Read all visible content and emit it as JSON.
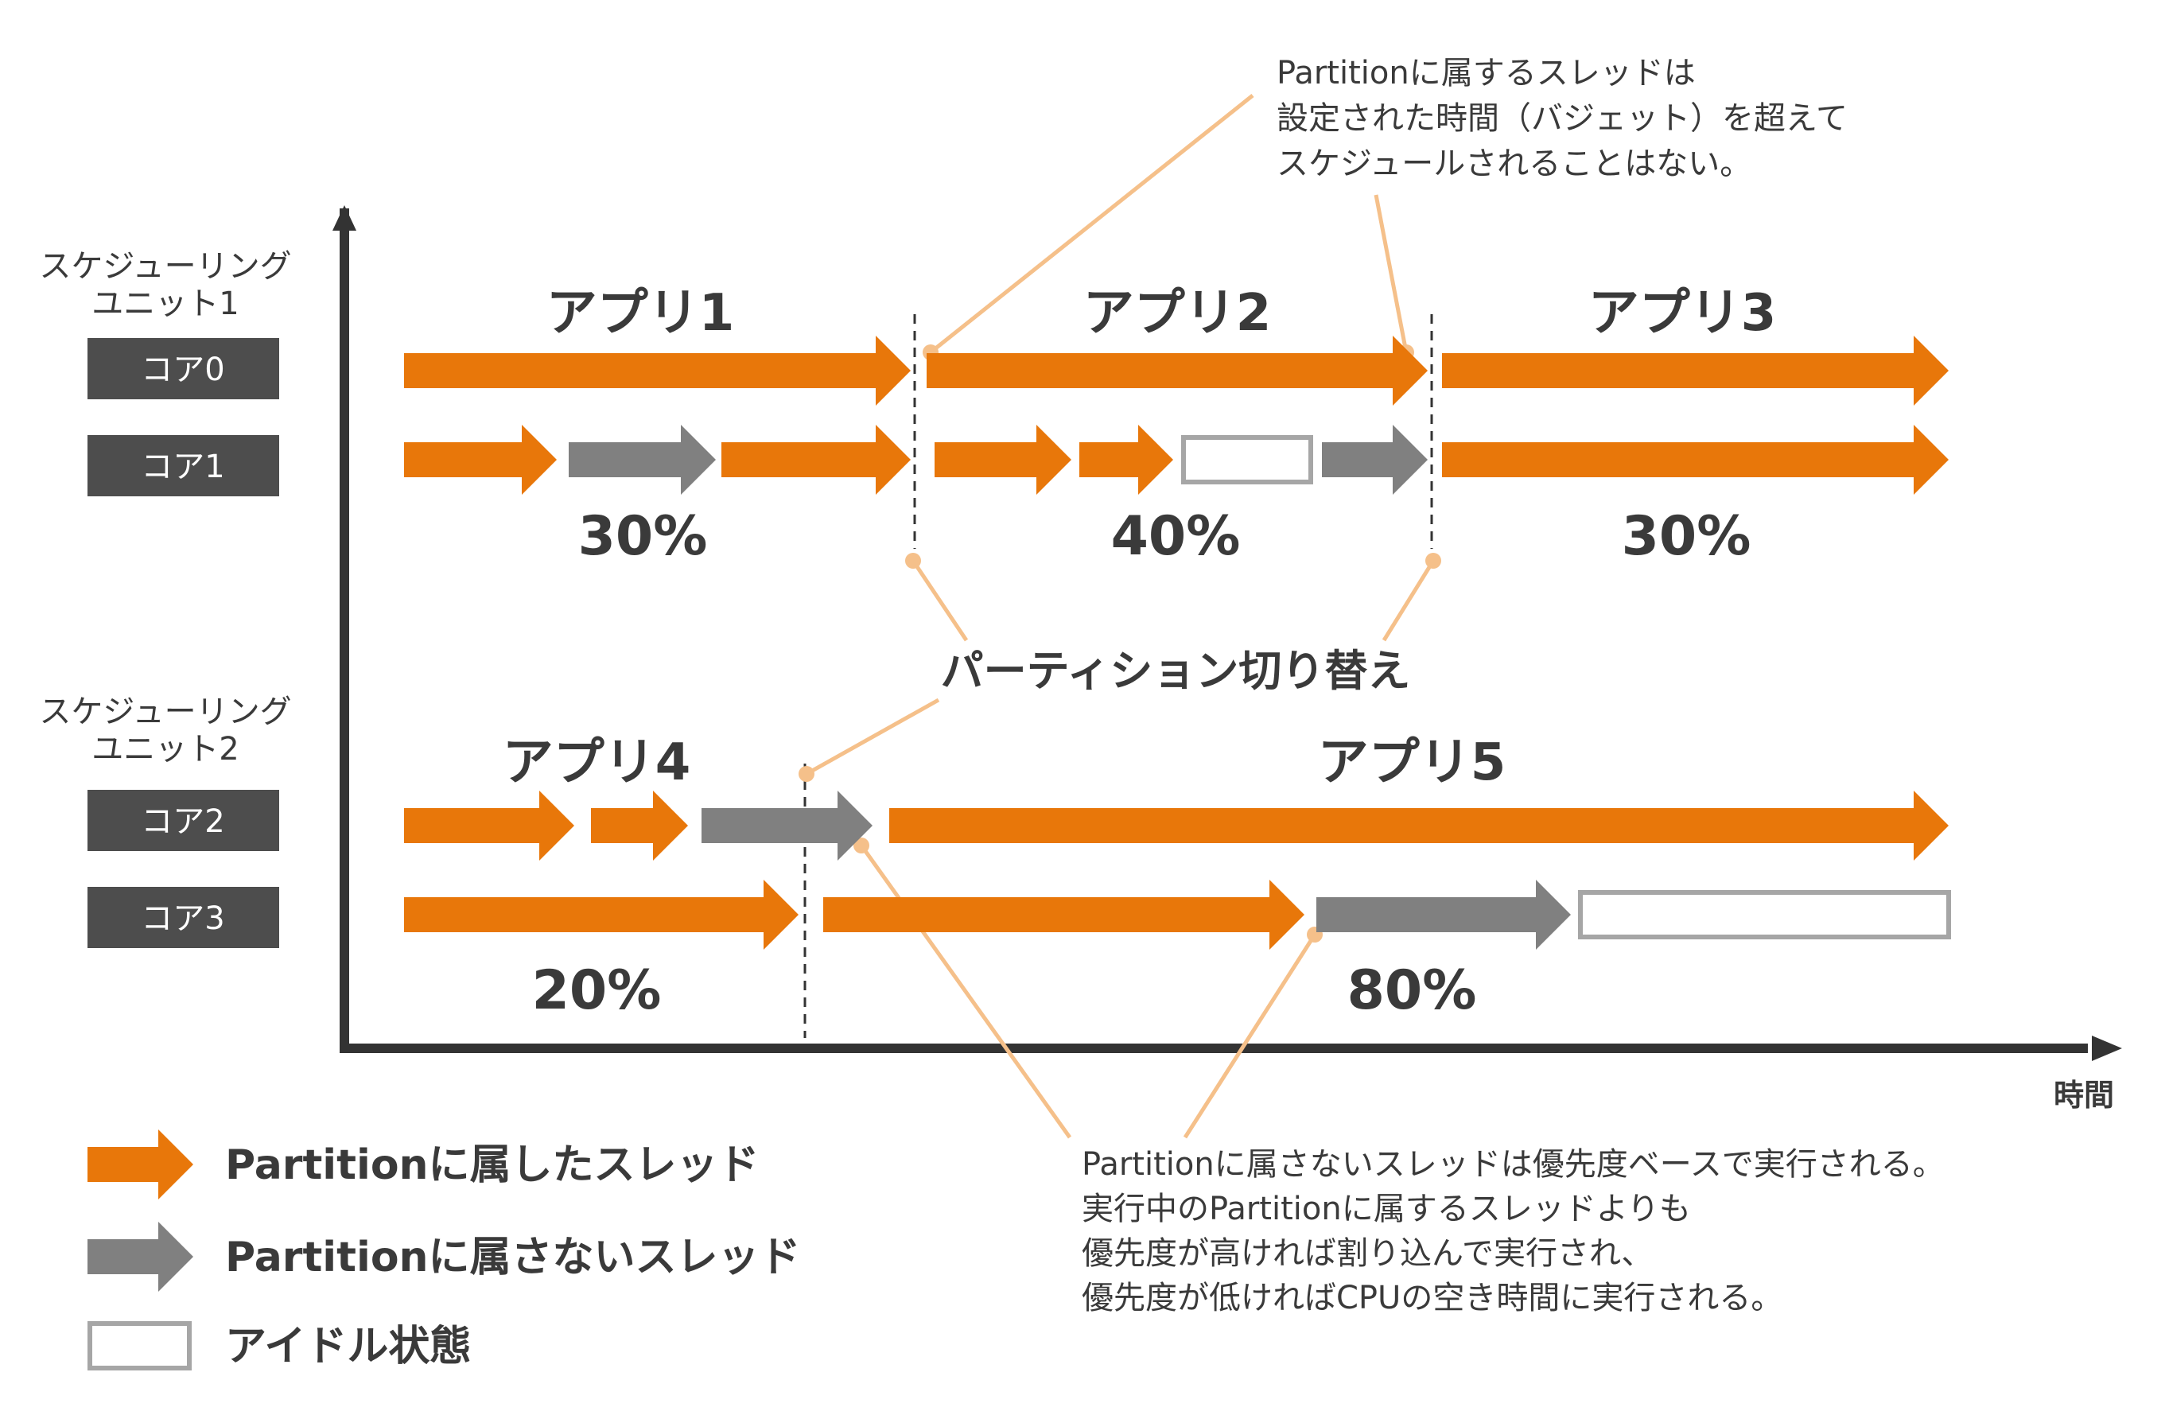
{
  "colors": {
    "partition_thread": "#E8770A",
    "non_partition_thread": "#808080",
    "idle": "#ffffff",
    "idle_border": "#a6a6a6",
    "text": "#3a3a3a",
    "axis": "#333333",
    "core_label_bg": "#4d4d4d",
    "callout": "#F5C08A"
  },
  "units": [
    {
      "label_lines": [
        "スケジューリング",
        "ユニット1"
      ],
      "cores": [
        "コア0",
        "コア1"
      ],
      "apps": [
        "アプリ1",
        "アプリ2",
        "アプリ3"
      ],
      "budgets": [
        "30%",
        "40%",
        "30%"
      ]
    },
    {
      "label_lines": [
        "スケジューリング",
        "ユニット2"
      ],
      "cores": [
        "コア2",
        "コア3"
      ],
      "apps": [
        "アプリ4",
        "アプリ5"
      ],
      "budgets": [
        "20%",
        "80%"
      ]
    }
  ],
  "partition_switch_label": "パーティション切り替え",
  "axis": {
    "x_label": "時間"
  },
  "annotations": {
    "budget_note": [
      "Partitionに属するスレッドは",
      "設定された時間（バジェット）を超えて",
      "スケジュールされることはない。"
    ],
    "priority_note": [
      "Partitionに属さないスレッドは優先度ベースで実行される。",
      "実行中のPartitionに属するスレッドよりも",
      "優先度が高ければ割り込んで実行され、",
      "優先度が低ければCPUの空き時間に実行される。"
    ]
  },
  "legend": [
    {
      "kind": "partition",
      "label": "Partitionに属したスレッド"
    },
    {
      "kind": "non_partition",
      "label": "Partitionに属さないスレッド"
    },
    {
      "kind": "idle",
      "label": "アイドル状態"
    }
  ]
}
